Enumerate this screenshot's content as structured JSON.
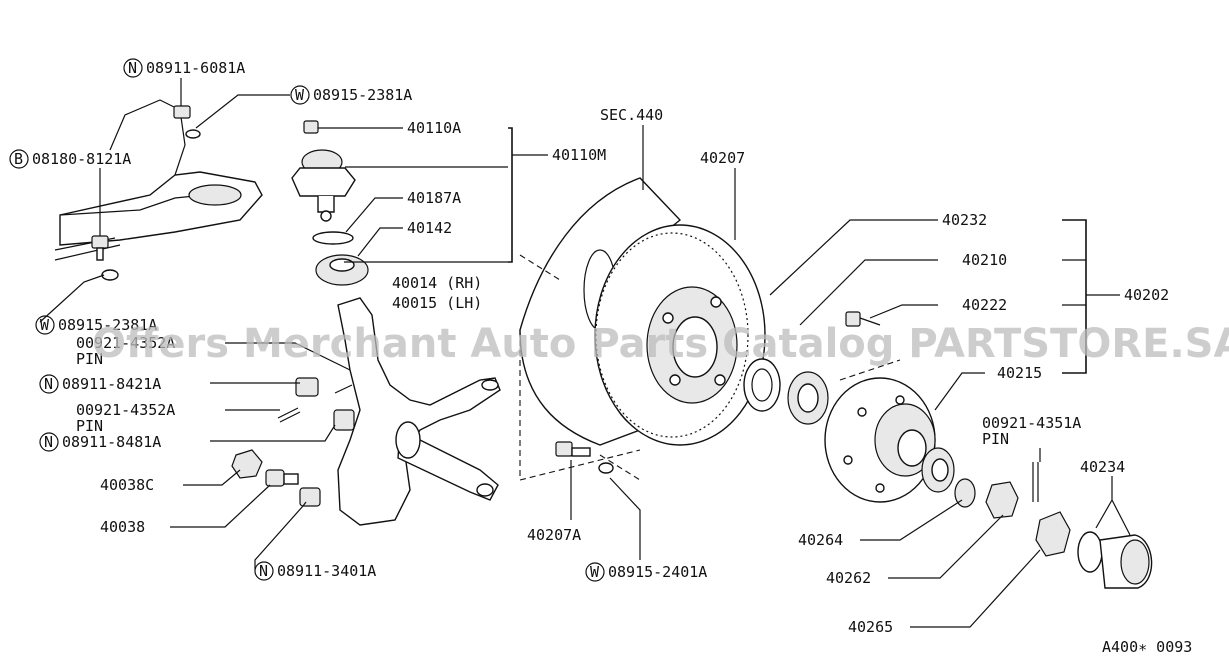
{
  "watermark": "Offers Merchant Auto Parts Catalog PARTSTORE.SA",
  "diagram_code": "A400∗ 0093",
  "labels": {
    "n_08911_6081A": "08911-6081A",
    "w_08915_2381A_top": "08915-2381A",
    "l_40110A": "40110A",
    "l_40110M": "40110M",
    "b_08180_8121A": "08180-8121A",
    "l_40187A": "40187A",
    "l_40142": "40142",
    "l_40014": "40014 (RH)",
    "l_40015": "40015 (LH)",
    "w_08915_2381A_left": "08915-2381A",
    "l_00921_4352A_a": "00921-4352A",
    "l_pin_a": "PIN",
    "n_08911_8421A": "08911-8421A",
    "l_00921_4352A_b": "00921-4352A",
    "l_pin_b": "PIN",
    "n_08911_8481A": "08911-8481A",
    "l_40038C": "40038C",
    "l_40038": "40038",
    "n_08911_3401A": "08911-3401A",
    "l_sec440": "SEC.440",
    "l_40207": "40207",
    "l_40207A": "40207A",
    "w_08915_2401A": "08915-2401A",
    "l_40232": "40232",
    "l_40210": "40210",
    "l_40222": "40222",
    "l_40202": "40202",
    "l_40215": "40215",
    "l_00921_4351A": "00921-4351A",
    "l_pin_c": "PIN",
    "l_40234": "40234",
    "l_40264": "40264",
    "l_40262": "40262",
    "l_40265": "40265"
  },
  "prefix": {
    "n": "N",
    "w": "W",
    "b": "B"
  }
}
